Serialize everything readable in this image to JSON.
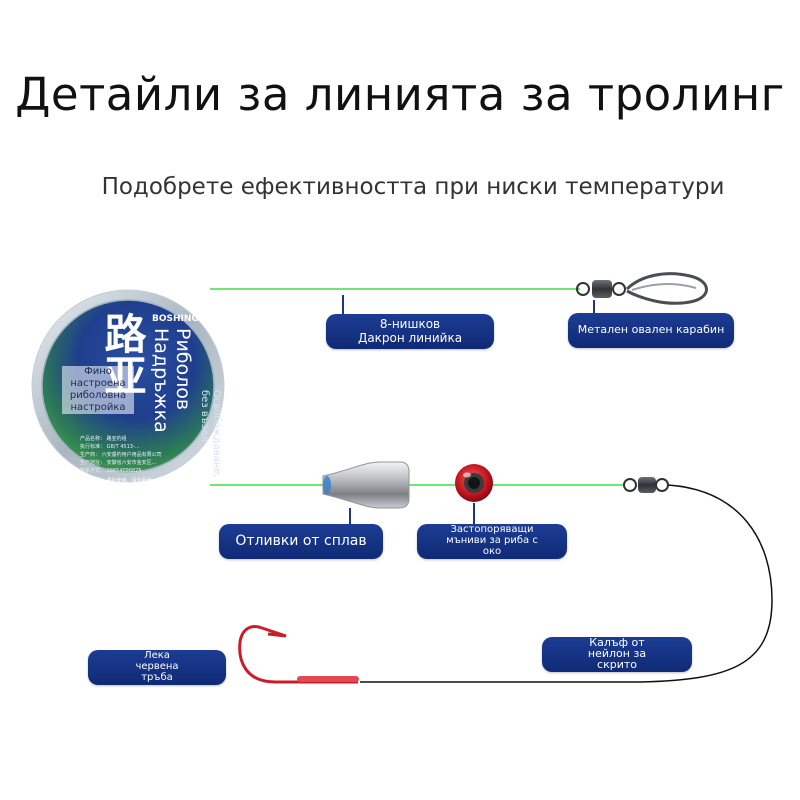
{
  "title": "Детайли за линията за тролинг",
  "subtitle": "Подобрете ефективността при ниски температури",
  "labels": {
    "dacron_line": "8-нишков\nДакрон линийка",
    "snap": "Метален овален карабин",
    "sinker": "Отливки от сплав",
    "bead": "Застопоряващи\nмъниви за риба с\nоко",
    "leader": "Калъф от\nнейлон за\nскрито",
    "tube": "Лека\nчервена\nтръба"
  },
  "reel": {
    "big_glyphs": "路亚",
    "brand": "BOSHING GENERAL",
    "vertical_text": "Риболов\nНадръжка",
    "fine_tuning": "Фино\nнастроена\nриболовна\nнастройка",
    "side_text": "Освобождаване,\nбез възел",
    "spec_1": "产品名称：   路亚钓组",
    "spec_2": "执行标准：   GB/T 4513-...",
    "spec_3": "生产商：   六安垂钓用户用品有限公司",
    "spec_4": "生产地址：   安徽省六安市金安区...",
    "spec_5": "联系方式：   18654096825",
    "warning": "警示说明：   垂钓使用，请勿吞食，儿童在成人监督下使用"
  },
  "colors": {
    "line_green": "#6ee86e",
    "label_blue": "#173584",
    "reel_blue": "#1f3e8e",
    "reel_green": "#3c9a4a",
    "hook_red": "#c81e2a"
  }
}
